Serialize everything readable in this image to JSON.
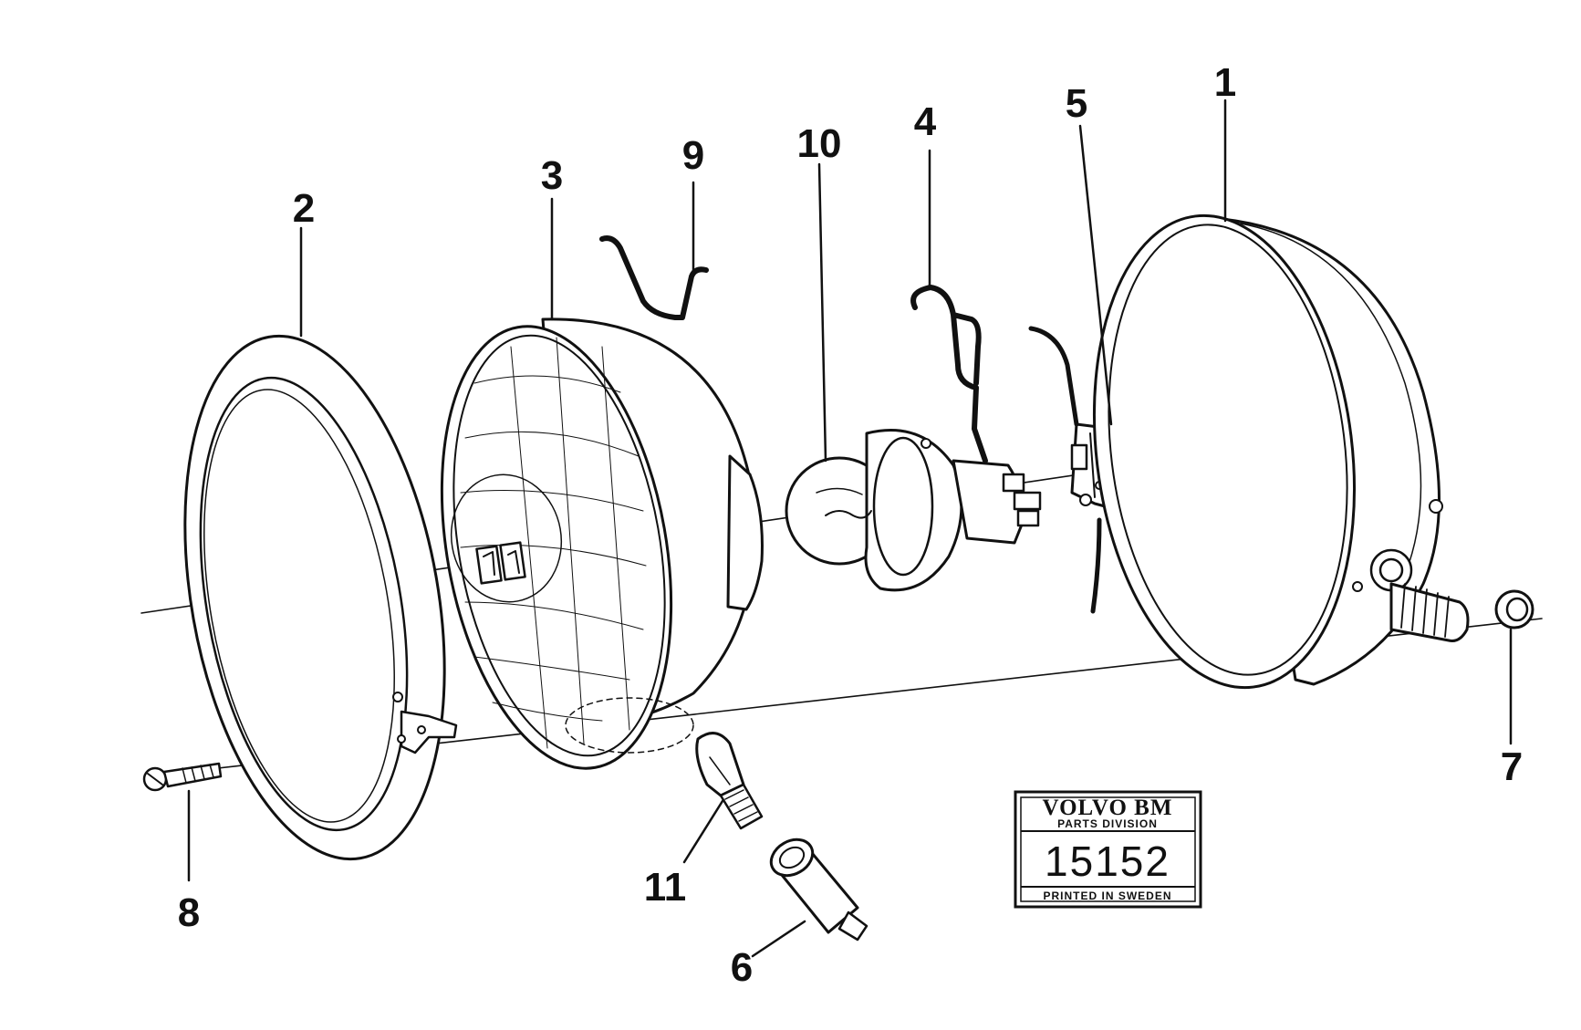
{
  "diagram": {
    "callouts": [
      {
        "id": "1",
        "label": "1"
      },
      {
        "id": "2",
        "label": "2"
      },
      {
        "id": "3",
        "label": "3"
      },
      {
        "id": "4",
        "label": "4"
      },
      {
        "id": "5",
        "label": "5"
      },
      {
        "id": "6",
        "label": "6"
      },
      {
        "id": "7",
        "label": "7"
      },
      {
        "id": "8",
        "label": "8"
      },
      {
        "id": "9",
        "label": "9"
      },
      {
        "id": "10",
        "label": "10"
      },
      {
        "id": "11",
        "label": "11"
      }
    ]
  },
  "stamp": {
    "brand": "VOLVO BM",
    "division": "PARTS DIVISION",
    "number": "15152",
    "footer": "PRINTED IN SWEDEN"
  },
  "colors": {
    "ink": "#111111",
    "paper": "#ffffff"
  }
}
